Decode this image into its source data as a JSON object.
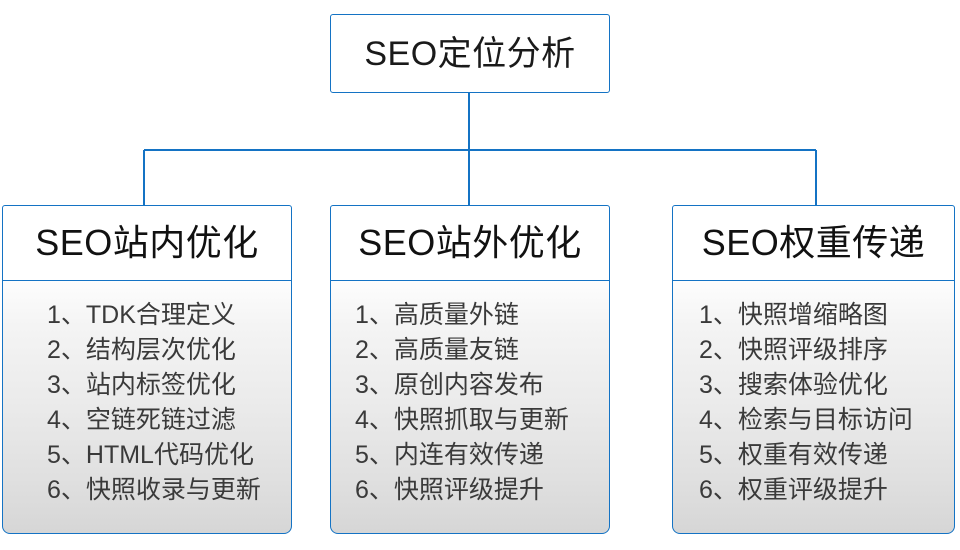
{
  "diagram": {
    "type": "org-chart",
    "root": {
      "title": "SEO定位分析"
    },
    "branches": [
      {
        "title": "SEO站内优化",
        "items": [
          "1、TDK合理定义",
          "2、结构层次优化",
          "3、站内标签优化",
          "4、空链死链过滤",
          "5、HTML代码优化",
          "6、快照收录与更新"
        ]
      },
      {
        "title": "SEO站外优化",
        "items": [
          "1、高质量外链",
          "2、高质量友链",
          "3、原创内容发布",
          "4、快照抓取与更新",
          "5、内连有效传递",
          "6、快照评级提升"
        ]
      },
      {
        "title": "SEO权重传递",
        "items": [
          "1、快照增缩略图",
          "2、快照评级排序",
          "3、搜索体验优化",
          "4、检索与目标访问",
          "5、权重有效传递",
          "6、权重评级提升"
        ]
      }
    ],
    "colors": {
      "border": "#1473c4",
      "connector": "#1473c4",
      "header_background": "#ffffff",
      "panel_background_top": "#fdfdfd",
      "panel_background_bottom": "#d6d6d6",
      "text": "#1a1a1a",
      "item_text": "#3a3a3a",
      "canvas": "#ffffff"
    }
  }
}
